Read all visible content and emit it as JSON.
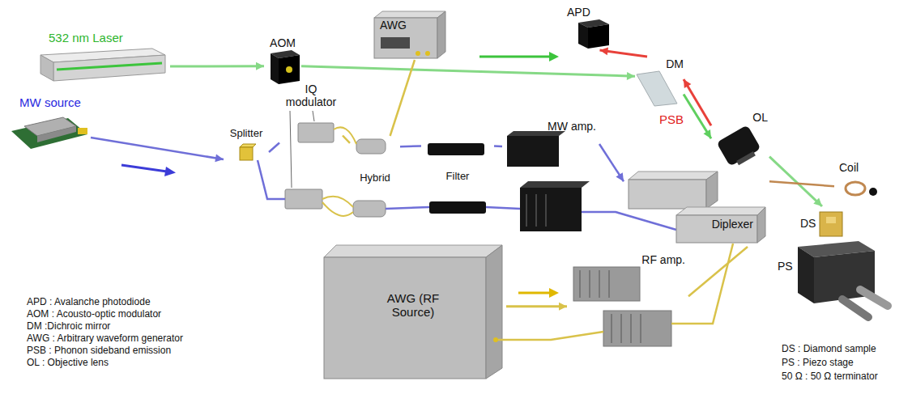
{
  "diagram": {
    "nodes": [
      {
        "text": [
          "532 nm Laser"
        ]
      },
      {
        "text": [
          "AOM"
        ]
      },
      {
        "text": [
          "AWG"
        ]
      },
      {
        "text": [
          "APD"
        ]
      },
      {
        "text": [
          "DM"
        ]
      },
      {
        "text": [
          "MW source"
        ]
      },
      {
        "text": [
          "Splitter"
        ]
      },
      {
        "text": [
          "IQ modulator"
        ]
      },
      {
        "text": [
          "Hybrid"
        ]
      },
      {
        "text": [
          "Filter"
        ]
      },
      {
        "text": [
          "MW amp."
        ]
      },
      {
        "text": [
          "Diplexer"
        ]
      },
      {
        "text": [
          "OL"
        ]
      },
      {
        "text": [
          "Coil"
        ]
      },
      {
        "text": [
          "DS"
        ]
      },
      {
        "text": [
          "PS"
        ]
      },
      {
        "text": [
          "AWG (RF Source)"
        ]
      },
      {
        "text": [
          "RF amp."
        ]
      }
    ],
    "edges": [
      {
        "from": 0,
        "to": 1,
        "arrow": "to"
      },
      {
        "from": 1,
        "to": 4,
        "arrow": "to"
      },
      {
        "from": 4,
        "to": 12,
        "arrow": "to"
      },
      {
        "from": 12,
        "to": 4,
        "label": "PSB",
        "arrow": "to"
      },
      {
        "from": 4,
        "to": 3,
        "arrow": "to"
      },
      {
        "from": 12,
        "to": 14,
        "arrow": "to"
      },
      {
        "from": 5,
        "to": 6,
        "arrow": "to"
      },
      {
        "from": 6,
        "to": 7,
        "arrow": "none"
      },
      {
        "from": 7,
        "to": 8,
        "arrow": "none"
      },
      {
        "from": 2,
        "to": 8,
        "arrow": "none"
      },
      {
        "from": 8,
        "to": 9,
        "arrow": "none"
      },
      {
        "from": 9,
        "to": 10,
        "arrow": "none"
      },
      {
        "from": 10,
        "to": 11,
        "arrow": "to"
      },
      {
        "from": 11,
        "to": 13,
        "arrow": "none"
      },
      {
        "from": 16,
        "to": 17,
        "arrow": "to"
      },
      {
        "from": 17,
        "to": 11,
        "arrow": "none"
      }
    ],
    "labels": [
      "APD : Avalanche photodiode",
      "AOM : Acousto-optic modulator",
      "DM :Dichroic mirror",
      "AWG : Arbitrary waveform generator",
      "PSB : Phonon sideband emission",
      "OL : Objective lens",
      "DS : Diamond sample",
      "PS : Piezo stage",
      "50 Ω : 50 Ω terminator"
    ]
  }
}
